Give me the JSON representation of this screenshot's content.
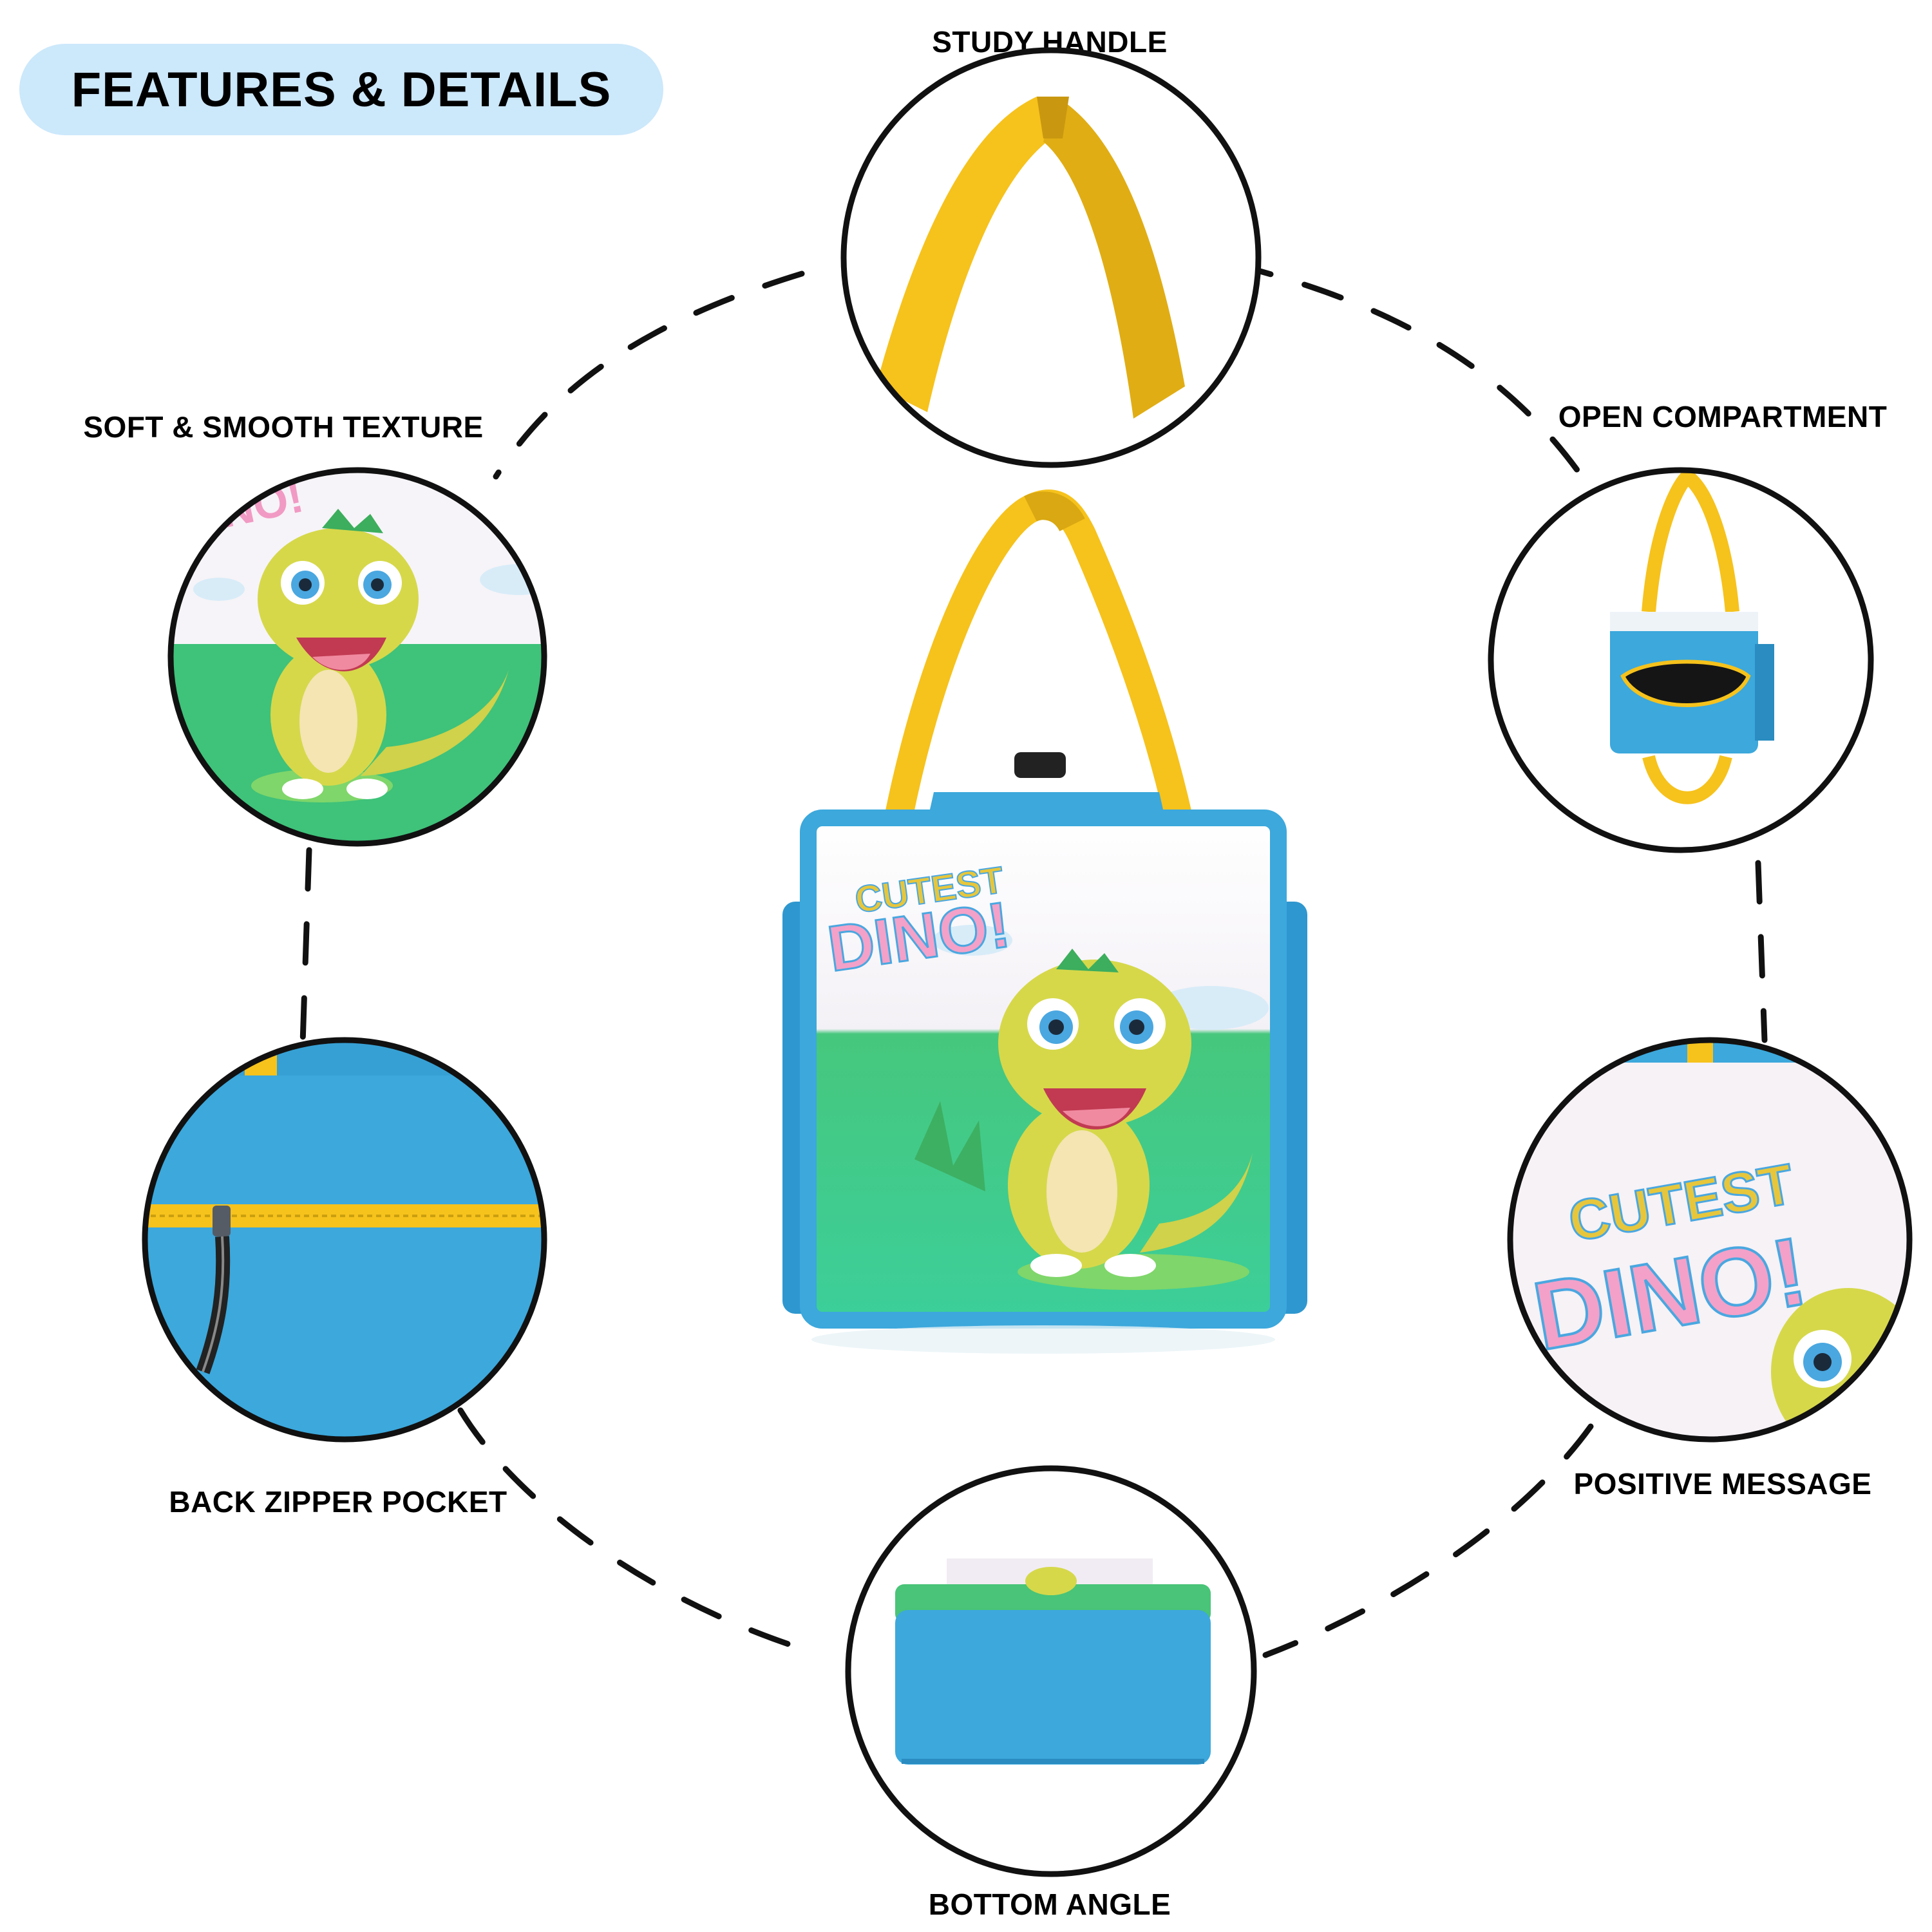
{
  "header": {
    "title": "FEATURES & DETAILS"
  },
  "features": {
    "handle": "STUDY HANDLE",
    "texture": "SOFT & SMOOTH TEXTURE",
    "compartment": "OPEN COMPARTMENT",
    "pocket": "BACK ZIPPER POCKET",
    "message": "POSITIVE MESSAGE",
    "bottom": "BOTTOM ANGLE"
  },
  "bag_print": {
    "line1": "CUTEST",
    "line2": "DINO!"
  },
  "colors": {
    "title_pill": "#cce8fb",
    "bag_blue": "#3ca8dc",
    "bag_blue_dark": "#2a8cc0",
    "handle_yellow": "#f6c21c",
    "grass_green": "#4cc98a",
    "dino_yellow": "#d6d84a",
    "circle_border": "#111111"
  }
}
